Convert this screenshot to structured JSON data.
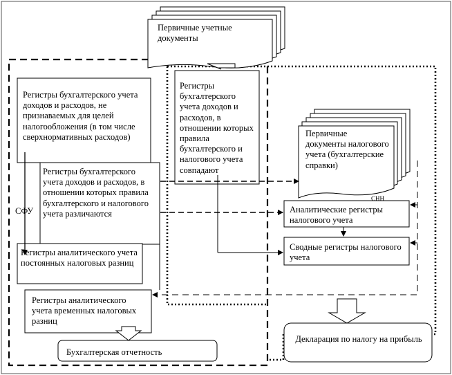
{
  "nodes": {
    "primary_docs": "Первичные учетные документы",
    "registers_not_recognized": "Регистры бухгалтерского учета доходов и расходов, не признаваемых для целей налогообложения (в том числе сверхнормативных расходов)",
    "registers_match": "Регистры бухгалтерского учета доходов и расходов, в отношении которых правила бухгалтерского и налогового учета совпадают",
    "registers_differ": "Регистры бухгалтерского учета доходов и расходов, в отношении которых правила бухгалтерского и налогового учета различаются",
    "permanent_diff": "Регистры аналитического учета постоянных налоговых разниц",
    "temporary_diff": "Регистры аналитического учета временных налоговых разниц",
    "accounting_reports": "Бухгалтерская отчетность",
    "primary_tax_docs": "Первичные документы налогового учета (бухгалтерские справки)",
    "analytic_tax_registers": "Аналитические регистры налогового учета",
    "summary_tax_registers": "Сводные регистры налогового учета",
    "tax_declaration": "Декларация по налогу на прибыль"
  },
  "labels": {
    "sfu": "СФУ",
    "stack_mark": "СНН"
  }
}
